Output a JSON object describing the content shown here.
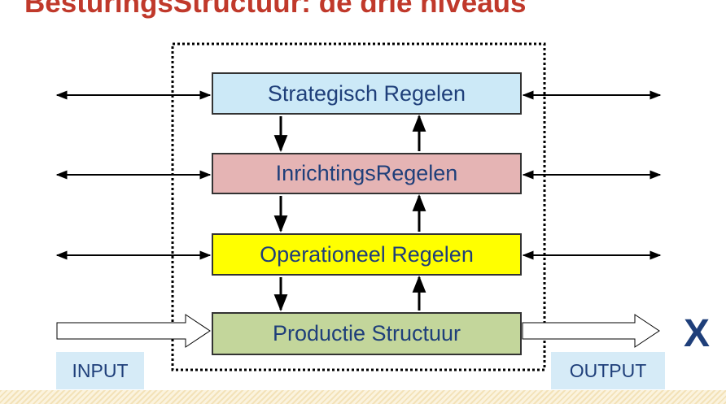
{
  "title": "BesturingsStructuur: de drie niveaus",
  "colors": {
    "title": "#c0392b",
    "text": "#1f3f7a",
    "strategic_fill": "#cce9f7",
    "inrichting_fill": "#e5b4b4",
    "operational_fill": "#ffff00",
    "production_fill": "#c3d69b",
    "tag_fill": "#d6ebf7"
  },
  "boxes": {
    "strategic": "Strategisch Regelen",
    "inrichting": "InrichtingsRegelen",
    "operational": "Operationeel Regelen",
    "production": "Productie Structuur"
  },
  "input_label": "INPUT",
  "output_label": "OUTPUT",
  "output_mark": "X"
}
